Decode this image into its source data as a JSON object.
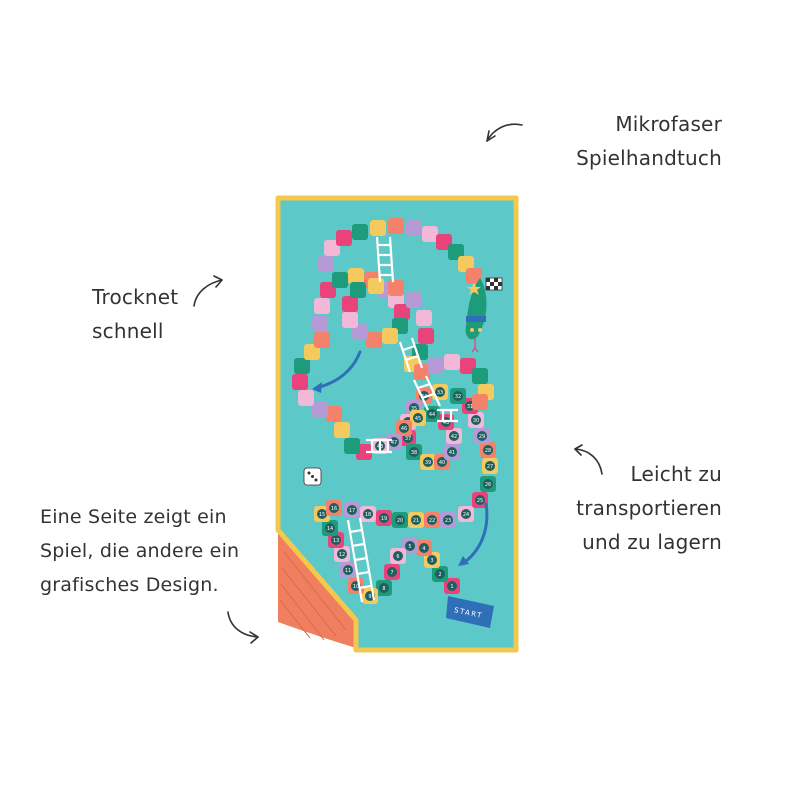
{
  "annotations": {
    "mikrofaser": [
      "Mikrofaser",
      "Spielhandtuch"
    ],
    "trocknet": [
      "Trocknet",
      "schnell"
    ],
    "leicht": [
      "Leicht zu",
      "transportieren",
      "und zu lagern"
    ],
    "eine_seite": [
      "Eine Seite zeigt ein",
      "Spiel, die andere ein",
      "grafisches Design."
    ]
  },
  "board": {
    "start_label": "START",
    "square_numbers": [
      1,
      2,
      3,
      4,
      5,
      6,
      7,
      8,
      9,
      10,
      11,
      12,
      13,
      14,
      15,
      16,
      17,
      18,
      19,
      20,
      21,
      22,
      23,
      24,
      25,
      26,
      27,
      28,
      29,
      30,
      31,
      32,
      33,
      34,
      35,
      36,
      37,
      38,
      39,
      40,
      41,
      42,
      43,
      44,
      45,
      46,
      47,
      48
    ]
  },
  "colors": {
    "towel_bg": "#5cc8c8",
    "towel_border": "#f2c94c",
    "back_side": "#ef7f5f",
    "path_colors": [
      "#e8437a",
      "#1e9b7a",
      "#f4c95d",
      "#f4816a",
      "#b59ad6",
      "#f2b8d8"
    ],
    "arrow_blue": "#2f6fb8",
    "text": "#333333"
  },
  "icons": [
    "curved-arrow-icon",
    "dice-icon",
    "checkered-flag-icon",
    "star-icon",
    "snake-head-icon"
  ]
}
